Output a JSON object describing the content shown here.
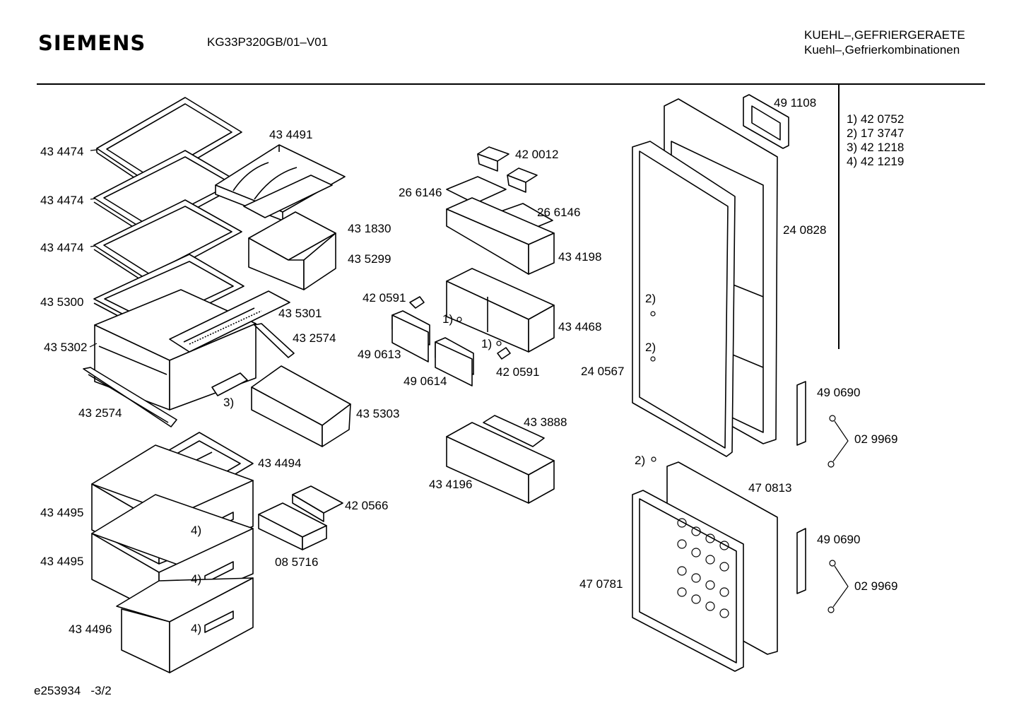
{
  "header": {
    "brand": "SIEMENS",
    "model": "KG33P320GB/01–V01",
    "category_line1": "KUEHL–,GEFRIERGERAETE",
    "category_line2": "Kuehl–,Gefrierkombinationen"
  },
  "footnotes": [
    "1)  42 0752",
    "2)  17 3747",
    "3)  42 1218",
    "4)  42 1219"
  ],
  "labels": {
    "shelf_1": "43 4474",
    "shelf_2": "43 4474",
    "shelf_3": "43 4474",
    "shelf_frame": "43 5300",
    "chiller": "43 5302",
    "rail_left": "43 2574",
    "bottle_rack": "43 4491",
    "drawer_rail": "43 1830",
    "crisper_small": "43 5299",
    "cover": "43 5301",
    "rail_right": "43 2574",
    "note_3": "3)",
    "crisper_box": "43 5303",
    "freezer_tray": "43 4494",
    "freezer_drawer_1": "43 4495",
    "freezer_drawer_2": "43 4495",
    "freezer_drawer_3": "43 4496",
    "note_4_a": "4)",
    "note_4_b": "4)",
    "note_4_c": "4)",
    "ice_tray": "42 0566",
    "ice_pack": "08 5716",
    "butter_cups": "42 0012",
    "egg_tray_1": "26 6146",
    "egg_tray_2": "26 6146",
    "door_shelf_top": "43 4198",
    "door_shelf_mid": "43 4468",
    "hinge_pin_1": "42 0591",
    "hinge_pin_2": "42 0591",
    "note_1_a": "1)",
    "note_1_b": "1)",
    "flap_1": "49 0613",
    "flap_2": "49 0614",
    "bottle_holder": "43 3888",
    "door_shelf_bottom": "43 4196",
    "handle_cap": "49 1108",
    "fridge_door": "24 0828",
    "fridge_gasket": "24 0567",
    "note_2_a": "2)",
    "note_2_b": "2)",
    "note_2_c": "2)",
    "handle_top": "49 0690",
    "screws_top": "02 9969",
    "freezer_door": "47 0813",
    "freezer_gasket": "47 0781",
    "handle_bottom": "49 0690",
    "screws_bottom": "02 9969"
  },
  "footer": {
    "drawing_id": "e253934",
    "page": "-3/2"
  }
}
